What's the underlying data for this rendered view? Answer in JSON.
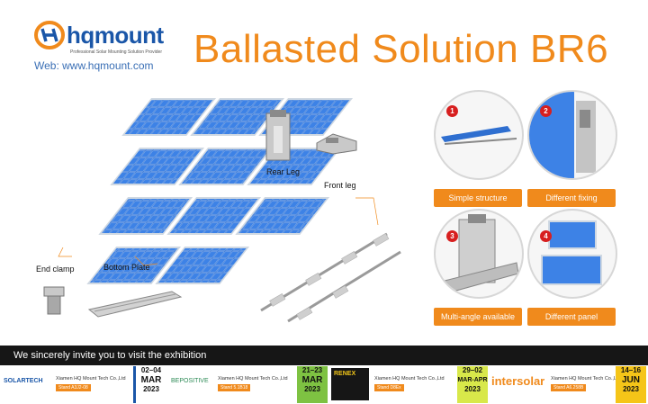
{
  "header": {
    "logo_text": "hqmount",
    "logo_sub": "Professional Solar Mounting Solution Provider",
    "web": "Web:  www.hqmount.com",
    "title": "Ballasted Solution BR6"
  },
  "diagram_labels": {
    "rear_leg": "Rear Leg",
    "front_leg": "Front leg",
    "end_clamp": "End clamp",
    "bottom_plate": "Bottom Plate"
  },
  "features": [
    {
      "num": "1",
      "label": "Simple structure"
    },
    {
      "num": "2",
      "label": "Different fixing"
    },
    {
      "num": "3",
      "label": "Multi-angle available"
    },
    {
      "num": "4",
      "label": "Different panel"
    }
  ],
  "exhibition": {
    "invite": "We sincerely invite you to visit the exhibition",
    "events": [
      {
        "logo": "SOLARTECH",
        "company": "Xiamen HQ Mount Tech Co.,Ltd",
        "stand": "Stand A3J2-08",
        "day": "02–04",
        "month": "MAR",
        "year": "2023"
      },
      {
        "logo": "BEPOSITIVE",
        "company": "Xiamen HQ Mount Tech Co.,Ltd",
        "stand": "Stand 5.1B18",
        "day": "21–23",
        "month": "MAR",
        "year": "2023"
      },
      {
        "logo": "RENEX",
        "company": "Xiamen HQ Mount Tech Co.,Ltd",
        "stand": "Stand D8Ex",
        "day": "29–02",
        "month": "MAR-APR",
        "year": "2023"
      },
      {
        "logo": "intersolar",
        "company": "Xiamen HQ Mount Tech Co.,Ltd",
        "stand": "Stand A6.258B",
        "day": "14–16",
        "month": "JUN",
        "year": "2023"
      }
    ]
  },
  "colors": {
    "accent": "#f08a1c",
    "brand": "#1a56a8",
    "panel": "#2f6fd0"
  }
}
